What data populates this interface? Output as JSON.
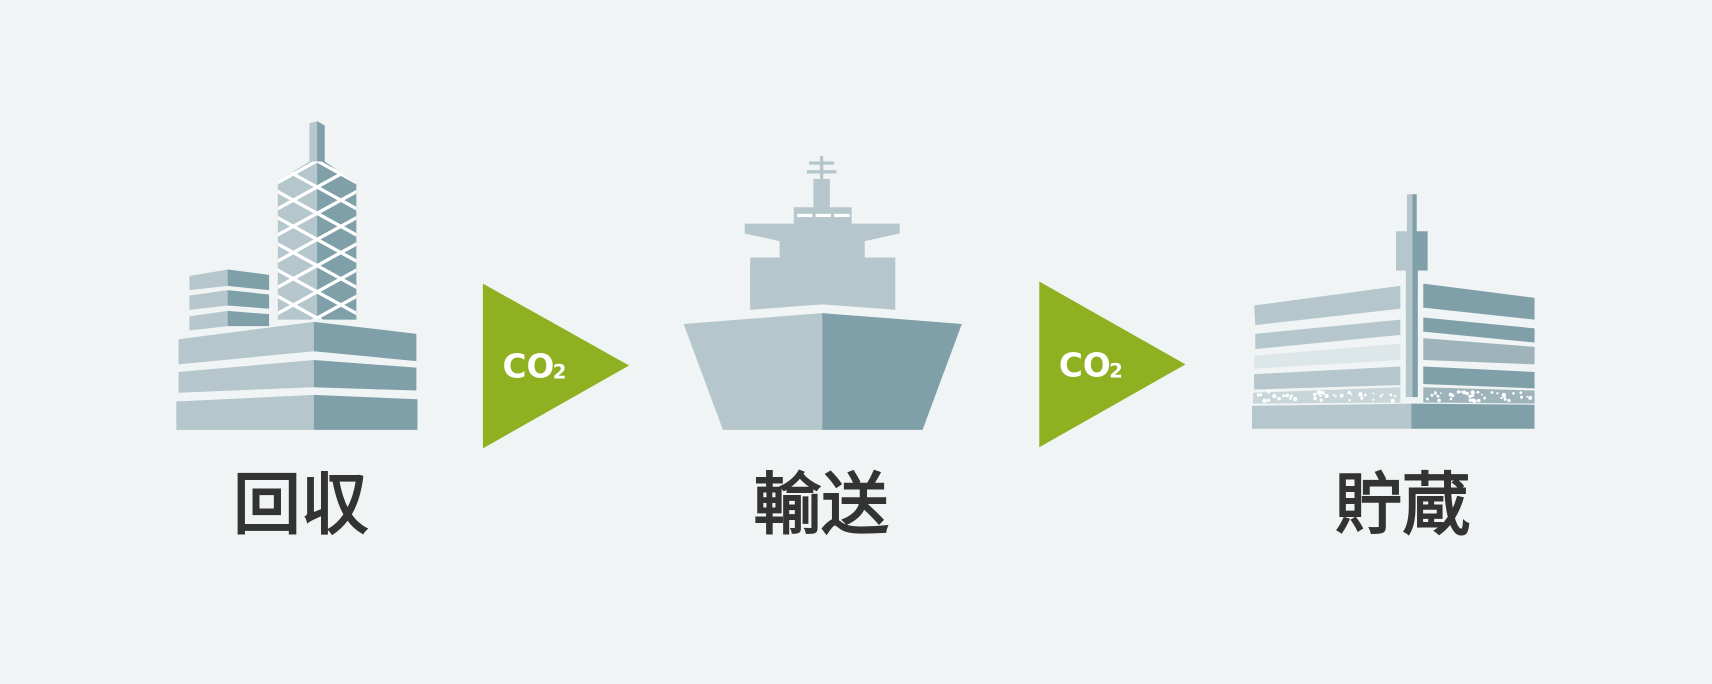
{
  "diagram": {
    "steps": [
      {
        "icon": "factory-building-icon",
        "label": "回収"
      },
      {
        "icon": "ship-icon",
        "label": "輸送"
      },
      {
        "icon": "underground-storage-icon",
        "label": "貯蔵"
      }
    ],
    "arrows": [
      {
        "icon": "green-triangle-arrow-icon",
        "text": "CO",
        "subscript": "2"
      },
      {
        "icon": "green-triangle-arrow-icon",
        "text": "CO",
        "subscript": "2"
      }
    ]
  },
  "colors": {
    "background": "#f0f4f4",
    "arrow": "#8fb020",
    "light": "#b5c6cc",
    "dark": "#7f9fa9",
    "pale": "#dde6e8",
    "mid": "#9fb4ba",
    "pore": "#c9d6d9",
    "text": "#333333",
    "white": "#ffffff"
  }
}
